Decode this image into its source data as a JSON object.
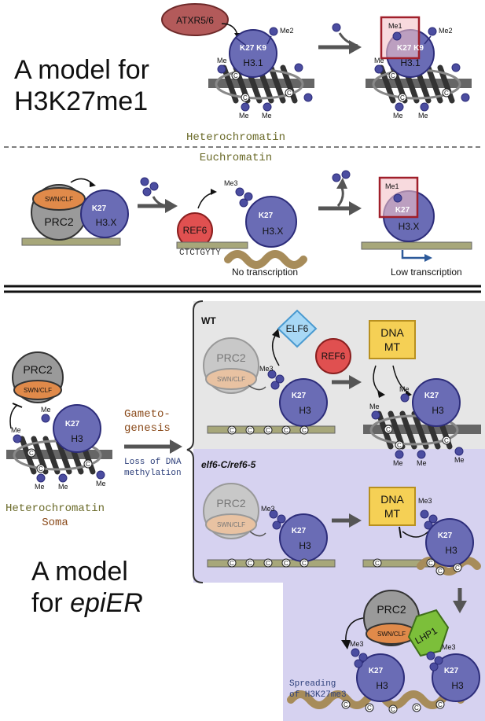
{
  "top": {
    "title_line1": "A model for",
    "title_line2": "H3K27me1",
    "atxr": "ATXR5/6",
    "h31_a": "H3.1",
    "h31_b": "H3.1",
    "k27k9_a": "K27 K9",
    "k27k9_b": "K27 K9",
    "me2_a": "Me2",
    "me2_b": "Me2",
    "me1_a": "Me1",
    "me": "Me",
    "c": "C"
  },
  "divider": {
    "heterochromatin": "Heterochromatin",
    "euchromatin": "Euchromatin"
  },
  "mid": {
    "prc2": "PRC2",
    "swnclf": "SWN/CLF",
    "k27": "K27",
    "h3x_a": "H3.X",
    "h3x_b": "H3.X",
    "h3x_c": "H3.X",
    "ref6": "REF6",
    "me3": "Me3",
    "seq": "CTCTGYTY",
    "me1": "Me1",
    "no_transcription": "No transcription",
    "low_transcription": "Low transcription"
  },
  "bottom": {
    "prc2": "PRC2",
    "swnclf": "SWN/CLF",
    "k27": "K27",
    "h3": "H3",
    "me": "Me",
    "c": "C",
    "heterochromatin": "Heterochromatin",
    "soma": "Soma",
    "game1": "Gameto-",
    "game2": "genesis",
    "loss1": "Loss of DNA",
    "loss2": "methylation",
    "title_line1": "A model",
    "title_line2": "for",
    "title_italic": "epiER",
    "wt": "WT",
    "elf6": "ELF6",
    "ref6": "REF6",
    "dna": "DNA",
    "mt": "MT",
    "me3": "Me3",
    "mutant": "elf6-C/ref6-5",
    "lhp1": "LHP1",
    "spread1": "Spreading",
    "spread2": "of H3K27me3"
  },
  "colors": {
    "nucleosome": "#6a6cb5",
    "atxr": "#b35a5a",
    "prc2": "#9a9a9a",
    "swnclf": "#e08a4a",
    "ref6": "#e05050",
    "elf6": "#a8d8f5",
    "dnamt": "#f5d055",
    "lhp1": "#7cbf3a",
    "wt_panel": "#e6e6e6",
    "mutant_panel": "#d6d2f0",
    "chromatin_text": "#6b6b2a",
    "soma_text": "#8a4a1a"
  }
}
